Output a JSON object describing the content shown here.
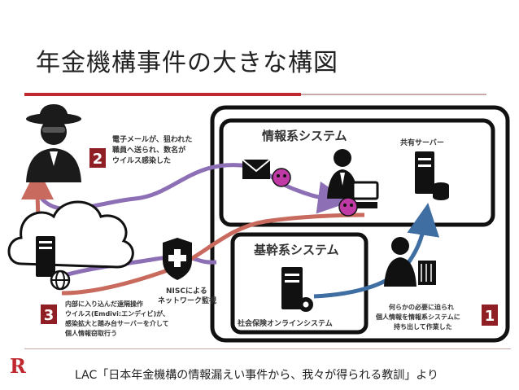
{
  "slide": {
    "title": "年金機構事件の大きな構図",
    "source": "LAC「日本年金機構の情報漏えい事件から、我々が得られる教訓」より"
  },
  "logo": {
    "letter": "R"
  },
  "diagram": {
    "info_system": {
      "label": "情報系システム"
    },
    "backbone_system": {
      "label": "基幹系システム"
    },
    "pension_system": {
      "label": "社会保険オンラインシステム"
    },
    "shared_server": {
      "label": "共有サーバー"
    },
    "nisc": {
      "line1": "NISCによる",
      "line2": "ネットワーク監視"
    },
    "steps": [
      {
        "number": "1",
        "lines": [
          "何らかの必要に迫られ",
          "個人情報を情報系システムに",
          "持ち出して作業した"
        ]
      },
      {
        "number": "2",
        "lines": [
          "電子メールが、狙われた",
          "職員へ送られ、数名が",
          "ウイルス感染した"
        ]
      },
      {
        "number": "3",
        "lines": [
          "内部に入り込んだ遠隔操作",
          "ウイルス(Emdivi:エンディビ)が、",
          "感染拡大と踏み台サーバーを介して",
          "個人情報窃取行う"
        ]
      }
    ]
  },
  "colors": {
    "accent_red": "#c0282f",
    "step_badge": "#8f1f24",
    "purple_arrow": "#8c6fb5",
    "red_arrow": "#c86a5e",
    "blue_arrow": "#3f6ea3",
    "virus": "#c03aa6"
  }
}
